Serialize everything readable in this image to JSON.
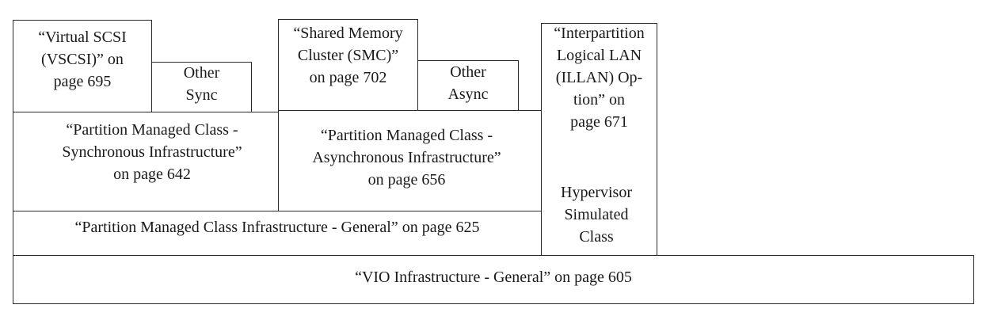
{
  "diagram": {
    "boxes": {
      "vscsi": {
        "label": "“Virtual SCSI\n(VSCSI)” on\npage 695"
      },
      "other_sync": {
        "label": "Other\nSync"
      },
      "smc": {
        "label": "“Shared Memory\nCluster (SMC)”\non page 702"
      },
      "other_async": {
        "label": "Other\nAsync"
      },
      "illan": {
        "label": "“Interpartition\nLogical LAN\n(ILLAN) Op-\ntion” on\npage 671",
        "sublabel": "Hypervisor\nSimulated\nClass"
      },
      "pm_sync": {
        "label": "“Partition Managed Class -\nSynchronous Infrastructure”\non page 642"
      },
      "pm_async": {
        "label": "“Partition Managed Class -\nAsynchronous Infrastructure”\non page 656"
      },
      "pm_general": {
        "label": "“Partition Managed Class Infrastructure - General” on page 625"
      },
      "vio_general": {
        "label": "“VIO Infrastructure - General” on page 605"
      }
    }
  }
}
